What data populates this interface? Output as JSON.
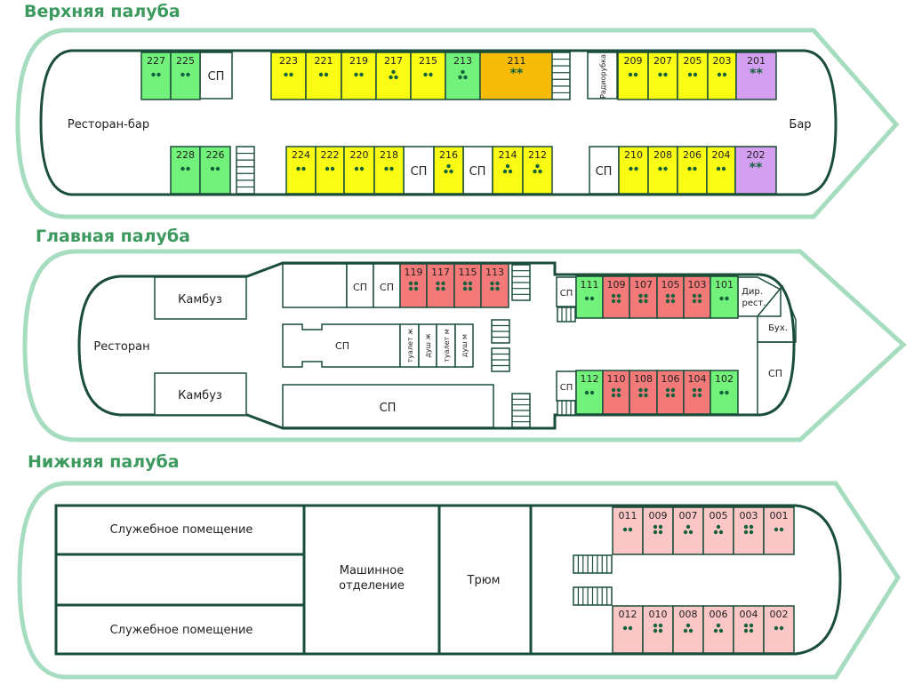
{
  "decks": {
    "upper": {
      "title": "Верхняя палуба",
      "labels": {
        "restaurant_bar": "Ресторан-бар",
        "bar": "Бар",
        "sp": "СП",
        "radio": "Радиорубка"
      },
      "cabins_top": [
        {
          "num": "227",
          "dots": 2,
          "type": "green"
        },
        {
          "num": "225",
          "dots": 2,
          "type": "green"
        },
        {
          "num": "223",
          "dots": 2,
          "type": "yellow"
        },
        {
          "num": "221",
          "dots": 2,
          "type": "yellow"
        },
        {
          "num": "219",
          "dots": 2,
          "type": "yellow"
        },
        {
          "num": "217",
          "dots": 3,
          "type": "yellow"
        },
        {
          "num": "215",
          "dots": 2,
          "type": "yellow"
        },
        {
          "num": "213",
          "dots": 3,
          "type": "green"
        },
        {
          "num": "211",
          "dots": 2,
          "type": "orange",
          "stars": true
        },
        {
          "num": "209",
          "dots": 2,
          "type": "yellow"
        },
        {
          "num": "207",
          "dots": 2,
          "type": "yellow"
        },
        {
          "num": "205",
          "dots": 2,
          "type": "yellow"
        },
        {
          "num": "203",
          "dots": 2,
          "type": "yellow"
        },
        {
          "num": "201",
          "dots": 2,
          "type": "purple",
          "stars": true
        }
      ],
      "cabins_bottom": [
        {
          "num": "228",
          "dots": 2,
          "type": "green"
        },
        {
          "num": "226",
          "dots": 2,
          "type": "green"
        },
        {
          "num": "224",
          "dots": 2,
          "type": "yellow"
        },
        {
          "num": "222",
          "dots": 2,
          "type": "yellow"
        },
        {
          "num": "220",
          "dots": 2,
          "type": "yellow"
        },
        {
          "num": "218",
          "dots": 2,
          "type": "yellow"
        },
        {
          "num": "216",
          "dots": 3,
          "type": "yellow"
        },
        {
          "num": "214",
          "dots": 3,
          "type": "yellow"
        },
        {
          "num": "212",
          "dots": 3,
          "type": "yellow"
        },
        {
          "num": "210",
          "dots": 2,
          "type": "yellow"
        },
        {
          "num": "208",
          "dots": 2,
          "type": "yellow"
        },
        {
          "num": "206",
          "dots": 2,
          "type": "yellow"
        },
        {
          "num": "204",
          "dots": 2,
          "type": "yellow"
        },
        {
          "num": "202",
          "dots": 2,
          "type": "purple",
          "stars": true
        }
      ]
    },
    "main": {
      "title": "Главная палуба",
      "labels": {
        "restaurant": "Ресторан",
        "galley": "Камбуз",
        "sp": "СП",
        "dir_rest": "Дир. рест.",
        "buh": "Бух.",
        "toilet_f": "туалет ж",
        "shower_f": "душ ж",
        "toilet_m": "туалет м",
        "shower_m": "душ м"
      },
      "cabins_top": [
        {
          "num": "119",
          "dots": 4,
          "type": "red"
        },
        {
          "num": "117",
          "dots": 4,
          "type": "red"
        },
        {
          "num": "115",
          "dots": 4,
          "type": "red"
        },
        {
          "num": "113",
          "dots": 4,
          "type": "red"
        },
        {
          "num": "111",
          "dots": 2,
          "type": "green"
        },
        {
          "num": "109",
          "dots": 4,
          "type": "red"
        },
        {
          "num": "107",
          "dots": 4,
          "type": "red"
        },
        {
          "num": "105",
          "dots": 4,
          "type": "red"
        },
        {
          "num": "103",
          "dots": 4,
          "type": "red"
        },
        {
          "num": "101",
          "dots": 2,
          "type": "green"
        }
      ],
      "cabins_bottom": [
        {
          "num": "112",
          "dots": 2,
          "type": "green"
        },
        {
          "num": "110",
          "dots": 4,
          "type": "red"
        },
        {
          "num": "108",
          "dots": 4,
          "type": "red"
        },
        {
          "num": "106",
          "dots": 4,
          "type": "red"
        },
        {
          "num": "104",
          "dots": 4,
          "type": "red"
        },
        {
          "num": "102",
          "dots": 2,
          "type": "green"
        }
      ]
    },
    "lower": {
      "title": "Нижняя палуба",
      "labels": {
        "service_room": "Служебное помещение",
        "engine_room": "Машинное отделение",
        "engine_line1": "Машинное",
        "engine_line2": "отделение",
        "hold": "Трюм"
      },
      "cabins_top": [
        {
          "num": "011",
          "dots": 2,
          "type": "pink"
        },
        {
          "num": "009",
          "dots": 4,
          "type": "pink"
        },
        {
          "num": "007",
          "dots": 3,
          "type": "pink"
        },
        {
          "num": "005",
          "dots": 3,
          "type": "pink"
        },
        {
          "num": "003",
          "dots": 4,
          "type": "pink"
        },
        {
          "num": "001",
          "dots": 2,
          "type": "pink"
        }
      ],
      "cabins_bottom": [
        {
          "num": "012",
          "dots": 2,
          "type": "pink"
        },
        {
          "num": "010",
          "dots": 4,
          "type": "pink"
        },
        {
          "num": "008",
          "dots": 3,
          "type": "pink"
        },
        {
          "num": "006",
          "dots": 3,
          "type": "pink"
        },
        {
          "num": "004",
          "dots": 4,
          "type": "pink"
        },
        {
          "num": "002",
          "dots": 2,
          "type": "pink"
        }
      ]
    }
  },
  "colors": {
    "green": "#72f27a",
    "yellow": "#fafd13",
    "orange": "#f7bc0a",
    "purple": "#d59ff1",
    "red": "#f47a7a",
    "pink": "#fbc6c6",
    "outline": "#1a4d3a",
    "hull": "#a6dcbf",
    "dot": "#13613a",
    "title": "#3d9a5f"
  }
}
